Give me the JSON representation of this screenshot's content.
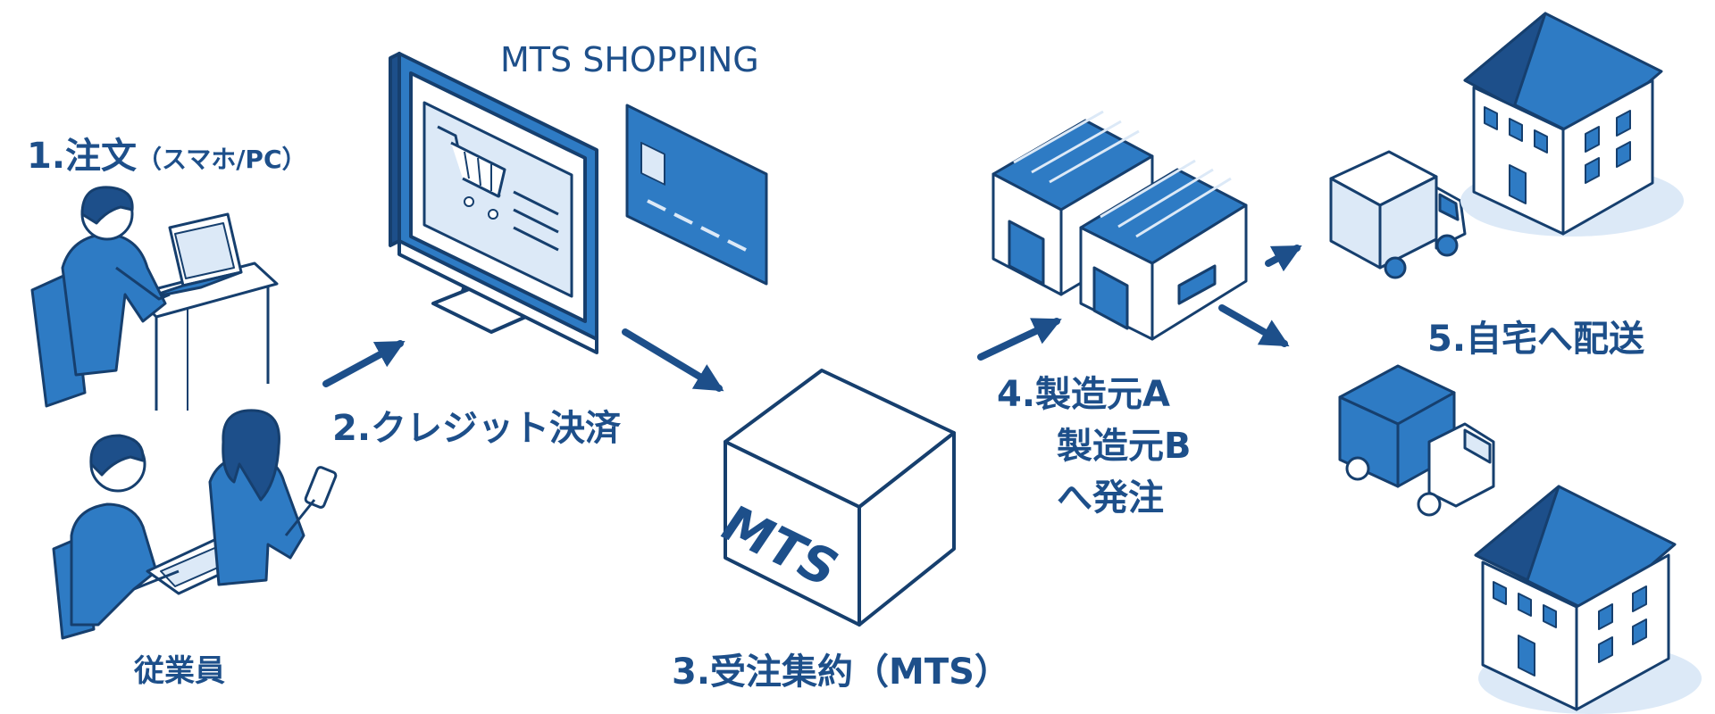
{
  "colors": {
    "primary": "#1d4f8a",
    "accent": "#2e7bc4",
    "light": "#dce9f7",
    "outline": "#163f6e",
    "white": "#ffffff"
  },
  "steps": {
    "order_title": "1.注文",
    "order_device": "（スマホ/PC）",
    "payment": "2.クレジット決済",
    "aggregation": "3.受注集約（MTS）",
    "maker_line1": "4.製造元A",
    "maker_line2": "製造元B",
    "maker_line3": "へ発注",
    "delivery": "5.自宅へ配送"
  },
  "shop_title": "MTS SHOPPING",
  "employees_label": "従業員",
  "box_label": "MTS",
  "icons": [
    "person-laptop-icon",
    "person-tablet-icon",
    "person-phone-icon",
    "monitor-cart-icon",
    "credit-card-icon",
    "box-icon",
    "warehouse-a-icon",
    "warehouse-b-icon",
    "truck-light-icon",
    "truck-blue-icon",
    "house-top-icon",
    "house-bottom-icon",
    "arrow-icon"
  ]
}
